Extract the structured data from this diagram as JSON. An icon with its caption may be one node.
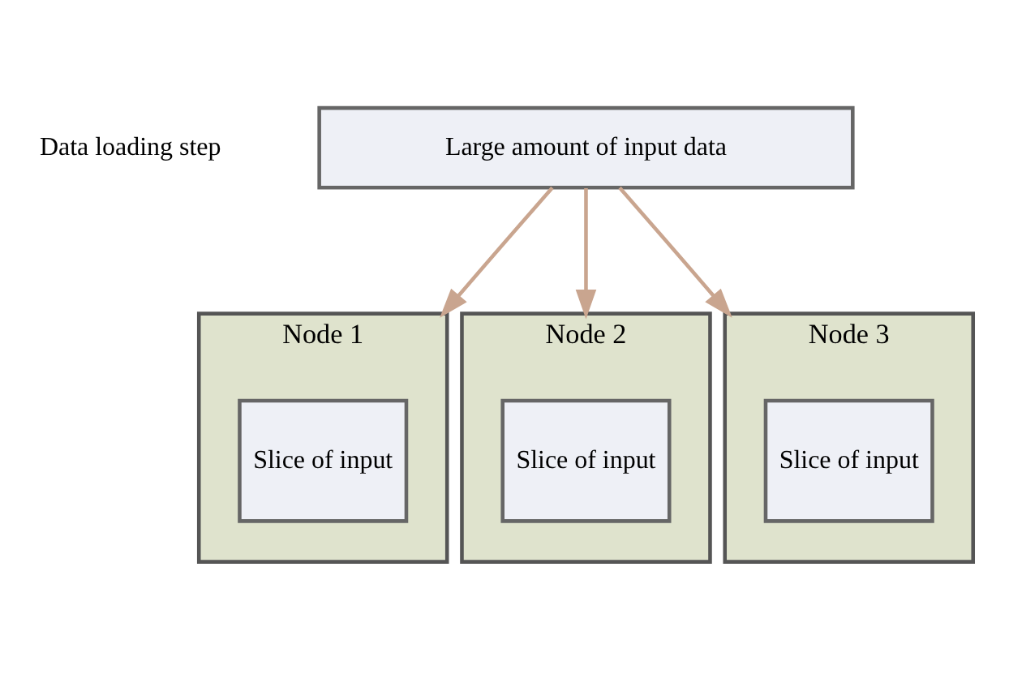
{
  "diagram": {
    "nodes": [
      {
        "text": [
          "Large amount of input data"
        ]
      },
      {
        "text": [
          "Node 1"
        ]
      },
      {
        "text": [
          "Slice of input"
        ],
        "in": 1
      },
      {
        "text": [
          "Node 2"
        ]
      },
      {
        "text": [
          "Slice of input"
        ],
        "in": 3
      },
      {
        "text": [
          "Node 3"
        ]
      },
      {
        "text": [
          "Slice of input"
        ],
        "in": 5
      }
    ],
    "edges": [
      {
        "from": 0,
        "to": 1,
        "arrow": "to"
      },
      {
        "from": 0,
        "to": 3,
        "arrow": "to"
      },
      {
        "from": 0,
        "to": 5,
        "arrow": "to"
      }
    ],
    "labels": [
      "Data loading step"
    ]
  }
}
